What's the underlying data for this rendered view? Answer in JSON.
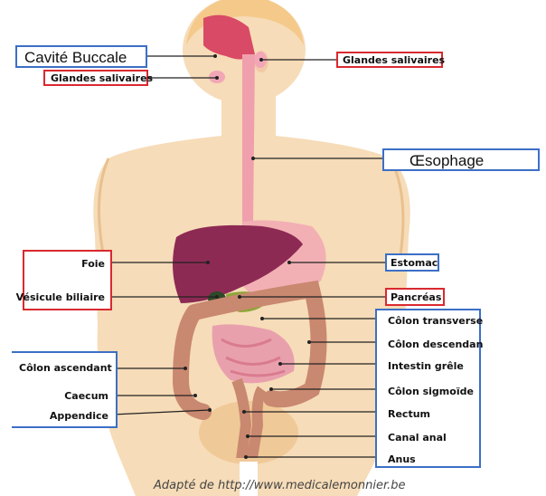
{
  "labels": {
    "cavite_buccale": "Cavité Buccale",
    "glandes_salivaires_left": "Glandes salivaires",
    "glandes_salivaires_right": "Glandes salivaires",
    "oesophage": "Œsophage",
    "foie": "Foie",
    "vesicule_biliaire": "Vésicule biliaire",
    "estomac": "Estomac",
    "pancreas": "Pancréas",
    "colon_transverse": "Côlon transverse",
    "colon_descendant": "Côlon descendan",
    "intestin_grele": "Intestin grêle",
    "colon_sigmoide": "Côlon sigmoïde",
    "rectum": "Rectum",
    "canal_anal": "Canal anal",
    "anus": "Anus",
    "colon_ascendant": "Côlon ascendant",
    "caecum": "Caecum",
    "appendice": "Appendice"
  },
  "caption": "Adapté de http://www.medicalemonnier.be",
  "colors": {
    "skin": "#f6dcb8",
    "skin_shadow": "#e9c08f",
    "hair": "#f4c98a",
    "liver": "#8d2a54",
    "stomach": "#f2b0b4",
    "intestine": "#e9a0ad",
    "colon": "#c98870",
    "red_box": "#d9292f",
    "blue_box": "#3c6fc6"
  }
}
